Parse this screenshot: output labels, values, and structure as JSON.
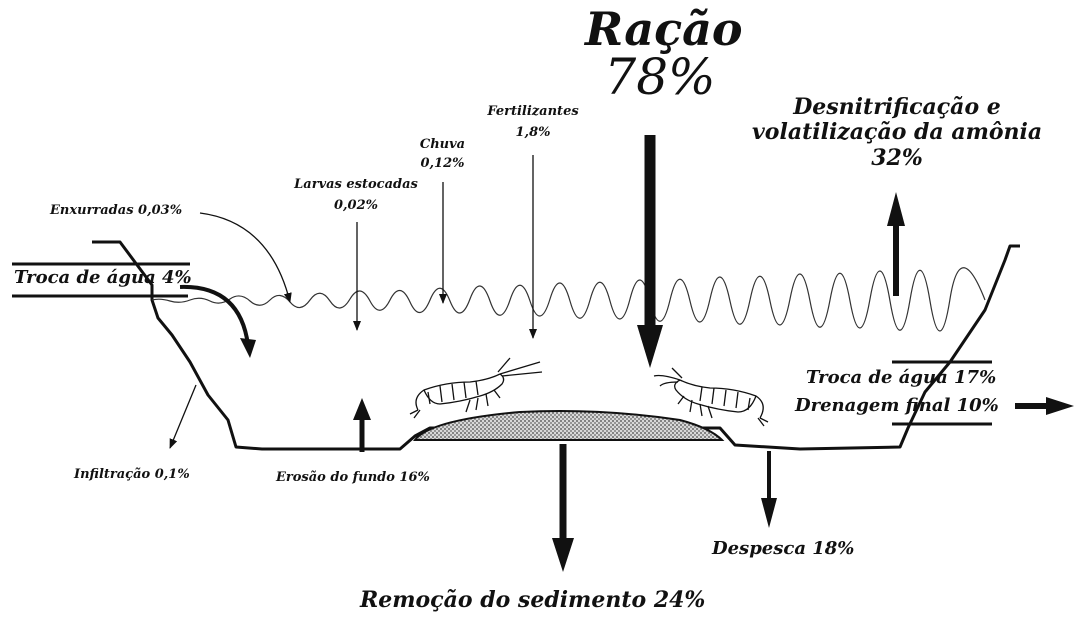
{
  "inputs": {
    "racao": {
      "name": "Ração",
      "value": "78%"
    },
    "fertilizantes": {
      "name": "Fertilizantes",
      "value": "1,8%"
    },
    "chuva": {
      "name": "Chuva",
      "value": "0,12%"
    },
    "larvas": {
      "name": "Larvas estocadas",
      "value": "0,02%"
    },
    "enxurradas": "Enxurradas 0,03%",
    "troca_entrada": "Troca de água 4%",
    "erosao": "Erosão do fundo 16%"
  },
  "outputs": {
    "desnitrificacao": {
      "line1": "Desnitrificação e",
      "line2": "volatilização da amônia",
      "value": "32%"
    },
    "troca_saida": "Troca de água  17%",
    "drenagem": "Drenagem final 10%",
    "despesca": "Despesca 18%",
    "sedimento": "Remoção do sedimento 24%",
    "infiltracao": "Infiltração 0,1%"
  },
  "colors": {
    "ink": "#111111",
    "sediment": "#bdbdbd",
    "background": "#ffffff"
  }
}
